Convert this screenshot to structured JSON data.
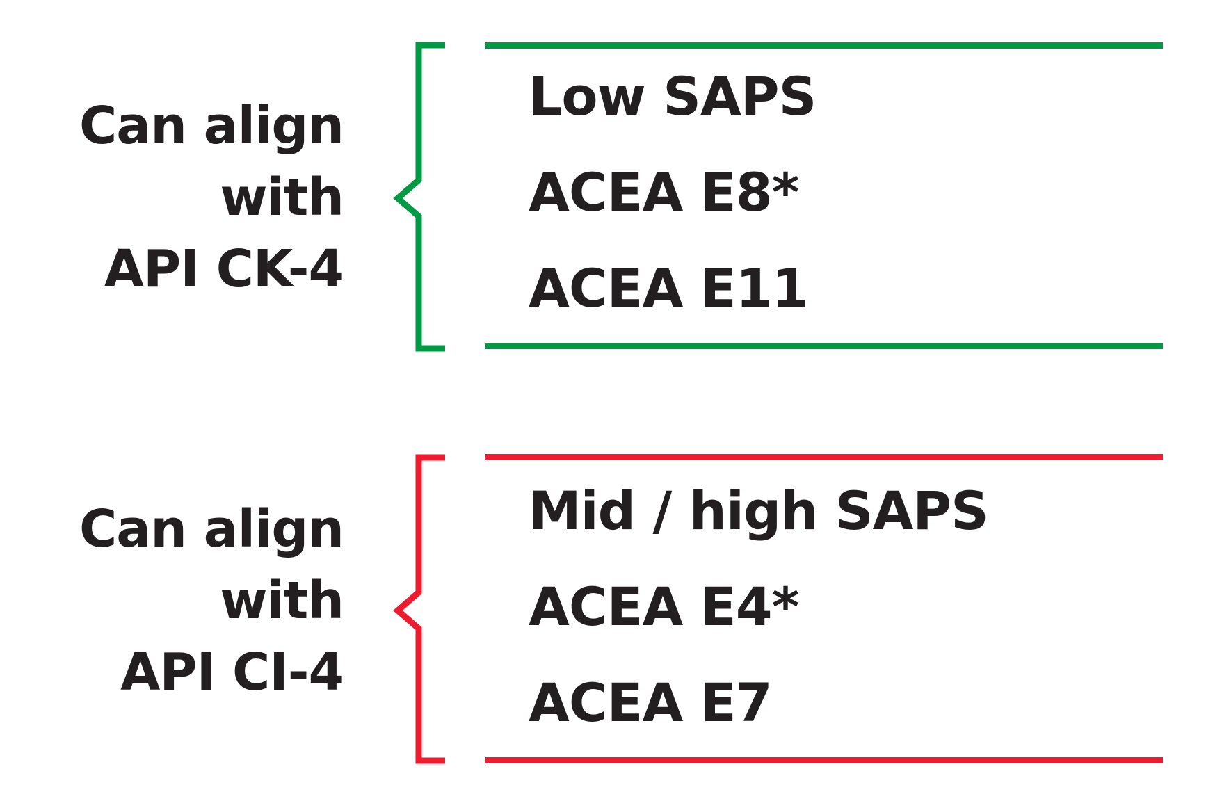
{
  "colors": {
    "green": "#009a44",
    "red": "#ee1c2e",
    "text": "#231f20"
  },
  "groups": [
    {
      "label_lines": [
        "Can align",
        "with",
        "API CK-4"
      ],
      "items": [
        "Low SAPS",
        "ACEA E8*",
        "ACEA E11"
      ],
      "color": "#009a44"
    },
    {
      "label_lines": [
        "Can align",
        "with",
        "API CI-4"
      ],
      "items": [
        "Mid / high SAPS",
        "ACEA E4*",
        "ACEA E7"
      ],
      "color": "#ee1c2e"
    }
  ]
}
